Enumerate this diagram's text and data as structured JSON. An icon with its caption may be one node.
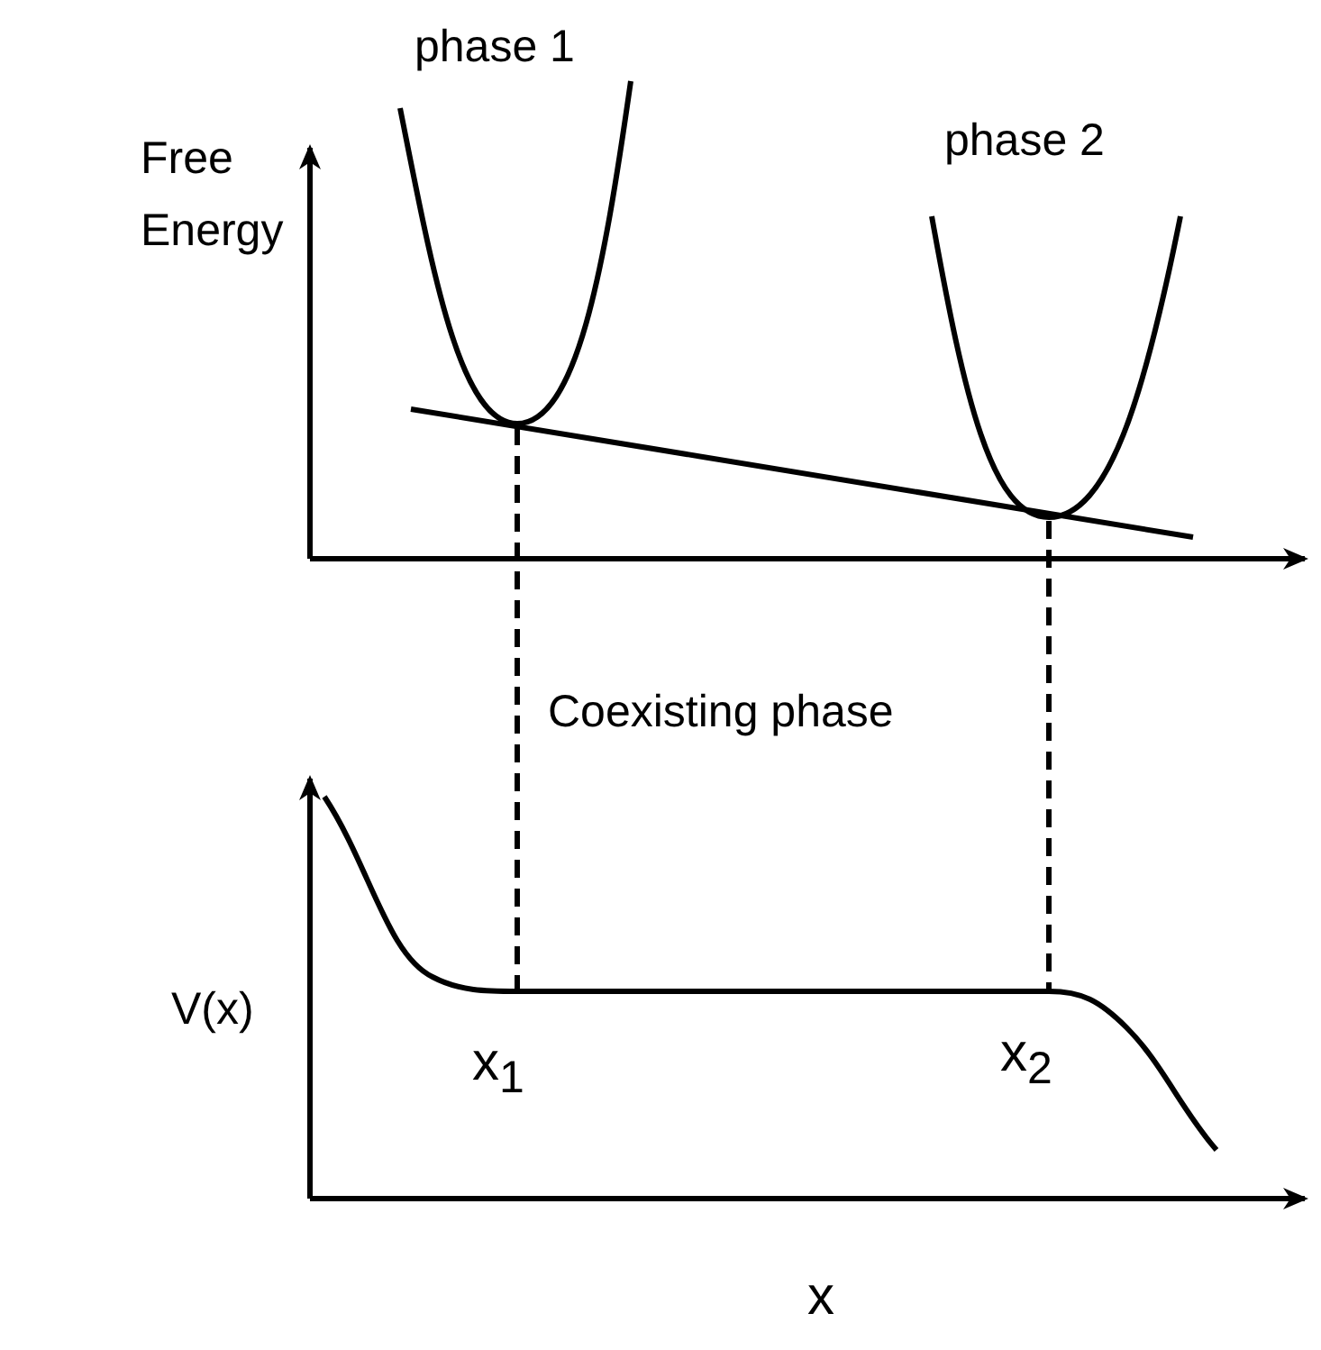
{
  "diagram": {
    "labels": [
      "phase 1",
      "Free Energy",
      "phase 2",
      "Coexisting phase",
      "V(x)",
      "x$_{1}$",
      "x$_{2}$",
      "x"
    ]
  }
}
